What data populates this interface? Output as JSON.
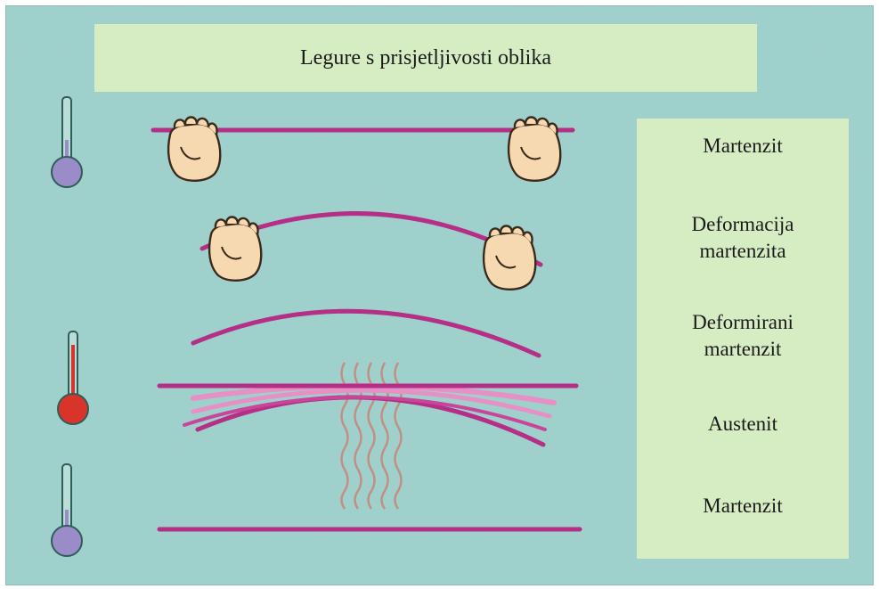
{
  "title": "Legure s prisjetljivosti oblika",
  "stages": [
    {
      "label": "Martenzit",
      "thermometer": "cold"
    },
    {
      "label": "Deformacija\nmartenzita",
      "thermometer": "none"
    },
    {
      "label": "Deformirani\nmartenzit",
      "thermometer": "none"
    },
    {
      "label": "Austenit",
      "thermometer": "hot"
    },
    {
      "label": "Martenzit",
      "thermometer": "cold"
    }
  ],
  "colors": {
    "background": "#9fd2cd",
    "panel": "#d6ecc3",
    "wire": "#b52f86",
    "wire_light": "#e690c6",
    "thermometer_cold": "#9a8cc8",
    "thermometer_hot": "#d8342a",
    "heat_waves": "#c8847a",
    "hand": "#f6d9b0"
  },
  "icons": [
    "thermometer-cold-icon",
    "thermometer-hot-icon",
    "hand-icon",
    "heat-wave-icon"
  ]
}
